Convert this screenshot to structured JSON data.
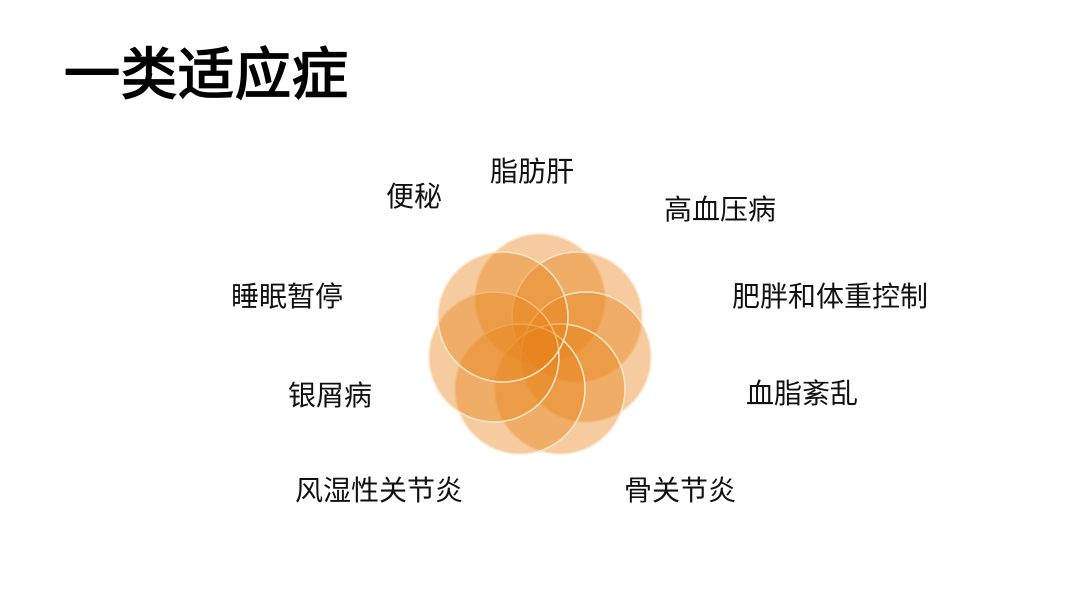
{
  "title": "一类适应症",
  "diagram": {
    "type": "flower-petal-diagram",
    "petal_count": 7,
    "petal_color": "#E8821A",
    "petal_stroke": "#FCE3C4"
  },
  "labels": [
    {
      "id": "fatty-liver",
      "text": "脂肪肝"
    },
    {
      "id": "hypertension",
      "text": "高血压病"
    },
    {
      "id": "obesity-weight-control",
      "text": "肥胖和体重控制"
    },
    {
      "id": "dyslipidemia",
      "text": "血脂紊乱"
    },
    {
      "id": "osteoarthritis",
      "text": "骨关节炎"
    },
    {
      "id": "rheumatoid-arthritis",
      "text": "风湿性关节炎"
    },
    {
      "id": "psoriasis",
      "text": "银屑病"
    },
    {
      "id": "sleep-apnea",
      "text": "睡眠暂停"
    },
    {
      "id": "constipation",
      "text": "便秘"
    }
  ]
}
